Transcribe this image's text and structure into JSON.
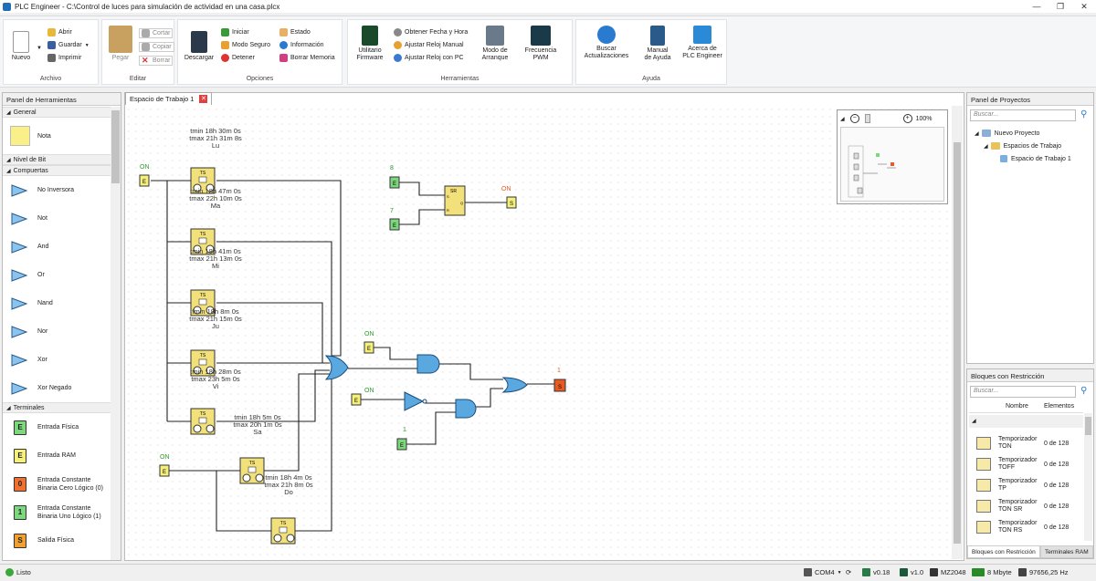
{
  "window": {
    "title": "PLC Engineer - C:\\Control de luces para simulación de actividad en una casa.plcx"
  },
  "ribbon": {
    "archivo": {
      "label": "Archivo",
      "nuevo": "Nuevo",
      "abrir": "Abrir",
      "guardar": "Guardar",
      "imprimir": "Imprimir"
    },
    "editar": {
      "label": "Editar",
      "pegar": "Pegar",
      "cortar": "Cortar",
      "copiar": "Copiar",
      "borrar": "Borrar"
    },
    "opciones": {
      "label": "Opciones",
      "descargar": "Descargar",
      "iniciar": "Iniciar",
      "modo_seguro": "Modo Seguro",
      "detener": "Detener",
      "estado": "Estado",
      "informacion": "Información",
      "borrar_memoria": "Borrar Memoria"
    },
    "herramientas": {
      "label": "Herramientas",
      "utilitario_1": "Utilitario",
      "utilitario_2": "Firmware",
      "obtener_fecha": "Obtener Fecha y Hora",
      "ajustar_manual": "Ajustar Reloj Manual",
      "ajustar_pc": "Ajustar Reloj con PC",
      "modo_arranque_1": "Modo de",
      "modo_arranque_2": "Arranque",
      "frecuencia_1": "Frecuencia",
      "frecuencia_2": "PWM"
    },
    "ayuda": {
      "label": "Ayuda",
      "buscar_1": "Buscar",
      "buscar_2": "Actualizaciones",
      "manual_1": "Manual",
      "manual_2": "de Ayuda",
      "acerca_1": "Acerca de",
      "acerca_2": "PLC Engineer"
    }
  },
  "left_panel": {
    "title": "Panel de Herramientas",
    "general": "General",
    "nota": "Nota",
    "nivel_bit": "Nivel de Bit",
    "compuertas": "Compuertas",
    "gates": [
      "No Inversora",
      "Not",
      "And",
      "Or",
      "Nand",
      "Nor",
      "Xor",
      "Xor Negado"
    ],
    "terminales": "Terminales",
    "terminals": [
      {
        "sym": "E",
        "label": "Entrada Física",
        "color": "#7dd87d"
      },
      {
        "sym": "E",
        "label": "Entrada RAM",
        "color": "#f5f07a"
      },
      {
        "sym": "0",
        "label1": "Entrada Constante",
        "label2": "Binaria Cero Lógico (0)",
        "color": "#f07030"
      },
      {
        "sym": "1",
        "label1": "Entrada Constante",
        "label2": "Binaria Uno Lógico (1)",
        "color": "#7dd87d"
      },
      {
        "sym": "S",
        "label": "Salida Física",
        "color": "#f0a030"
      }
    ]
  },
  "workspace": {
    "tab": "Espacio de Trabajo 1",
    "zoom": "100%",
    "timers": [
      {
        "tmin": "tmin 18h 30m 0s",
        "tmax": "tmax 21h 31m 8s",
        "day": "Lu"
      },
      {
        "tmin": "tmin 18h 47m 0s",
        "tmax": "tmax 22h 10m 0s",
        "day": "Ma"
      },
      {
        "tmin": "tmin 18h 41m 0s",
        "tmax": "tmax 21h 13m 0s",
        "day": "Mi"
      },
      {
        "tmin": "tmin 18h 8m 0s",
        "tmax": "tmax 21h 15m 0s",
        "day": "Ju"
      },
      {
        "tmin": "tmin 18h 28m 0s",
        "tmax": "tmax 23h 5m 0s",
        "day": "Vi"
      },
      {
        "tmin": "tmin 18h 5m 0s",
        "tmax": "tmax 20h 1m 0s",
        "day": "Sa"
      },
      {
        "tmin": "tmin 18h 4m 0s",
        "tmax": "tmax 21h 8m 0s",
        "day": "Do"
      }
    ],
    "block_ts": "TS",
    "block_sr": "SR",
    "term_e": "E",
    "term_s": "S",
    "sr_s": "S",
    "sr_r": "R",
    "sr_q": "Q",
    "labels": {
      "on": "ON",
      "eight": "8",
      "seven": "7",
      "one": "1"
    }
  },
  "right_panel": {
    "title": "Panel de Proyectos",
    "search": "Buscar...",
    "tree": [
      "Nuevo Proyecto",
      "Espacios de Trabajo",
      "Espacio de Trabajo 1"
    ]
  },
  "blocks_panel": {
    "title": "Bloques con Restricción",
    "search": "Buscar...",
    "col_nombre": "Nombre",
    "col_elementos": "Elementos",
    "items": [
      {
        "n1": "Temporizador",
        "n2": "TON",
        "count": "0 de 128"
      },
      {
        "n1": "Temporizador",
        "n2": "TOFF",
        "count": "0 de 128"
      },
      {
        "n1": "Temporizador",
        "n2": "TP",
        "count": "0 de 128"
      },
      {
        "n1": "Temporizador",
        "n2": "TON SR",
        "count": "0 de 128"
      },
      {
        "n1": "Temporizador",
        "n2": "TON RS",
        "count": "0 de 128"
      }
    ],
    "tab1": "Bloques con Restricción",
    "tab2": "Terminales RAM"
  },
  "status": {
    "listo": "Listo",
    "com": "COM4",
    "ver1": "v0.18",
    "ver2": "v1.0",
    "chip": "MZ2048",
    "mem": "8 Mbyte",
    "freq": "97656,25 Hz"
  },
  "colors": {
    "green_term": "#7dd87d",
    "yellow_term": "#f5f07a",
    "out_term": "#f0a030",
    "gate_blue": "#5aa8e0",
    "block_yellow": "#f2e07a",
    "red_out": "#e85a20"
  }
}
